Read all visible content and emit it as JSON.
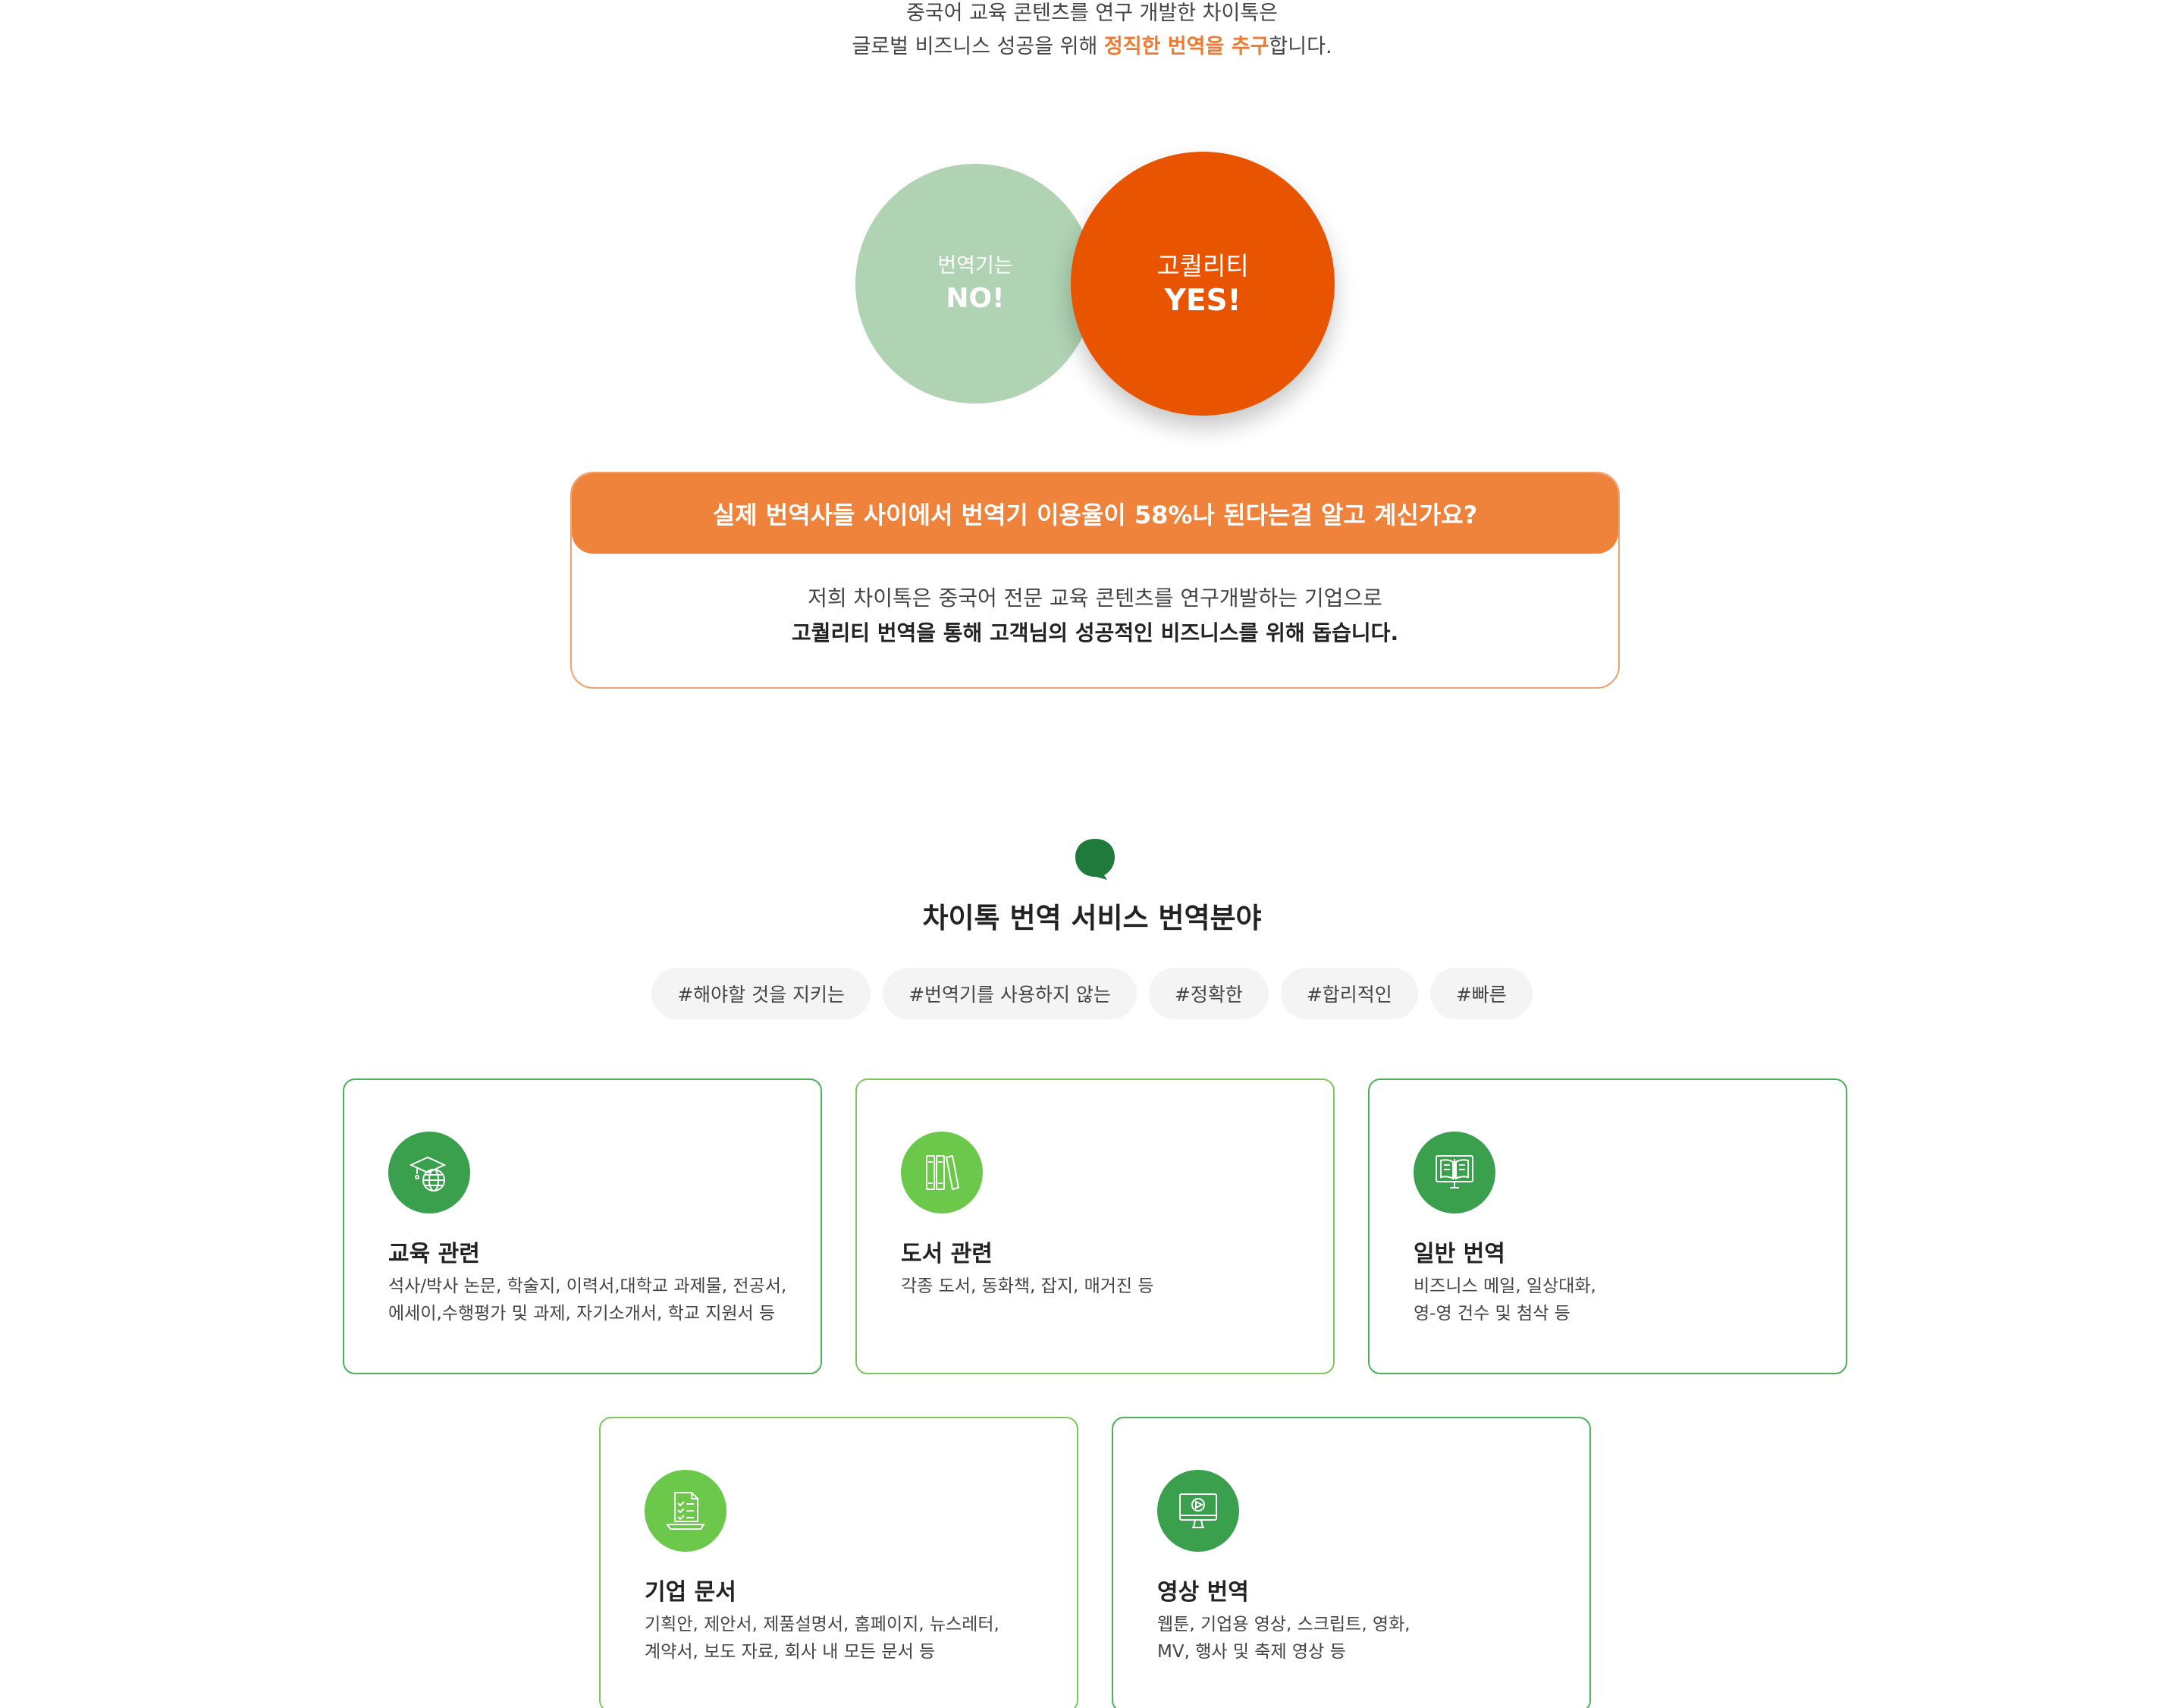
{
  "intro": {
    "line1": "중국어 교육 콘텐츠를 연구 개발한 차이톡은",
    "line2_before": "글로벌 비즈니스 성공을 위해 ",
    "line2_highlight": "정직한 번역을 추구",
    "line2_after": "합니다."
  },
  "circles": {
    "no": {
      "small": "번역기는",
      "big": "NO!"
    },
    "yes": {
      "small": "고퀄리티",
      "big": "YES!"
    }
  },
  "notice": {
    "headline": "실제 번역사들 사이에서 번역기 이용율이 58%나 된다는걸 알고 계신가요?",
    "body1": "저희 차이톡은 중국어 전문 교육 콘텐츠를 연구개발하는 기업으로",
    "body2": "고퀄리티 번역을 통해 고객님의 성공적인 비즈니스를 위해 돕습니다."
  },
  "section": {
    "title": "차이톡 번역 서비스 번역분야",
    "tags": [
      "#해야할 것을 지키는",
      "#번역기를 사용하지 않는",
      "#정확한",
      "#합리적인",
      "#빠른"
    ]
  },
  "cards": [
    {
      "icon": "graduation-globe-icon",
      "title": "교육 관련",
      "desc1": "석사/박사 논문, 학술지, 이력서,대학교 과제물, 전공서,",
      "desc2": "에세이,수행평가 및 과제, 자기소개서, 학교 지원서 등"
    },
    {
      "icon": "books-icon",
      "title": "도서 관련",
      "desc1": "각종 도서, 동화책, 잡지, 매거진 등",
      "desc2": ""
    },
    {
      "icon": "open-book-screen-icon",
      "title": "일반 번역",
      "desc1": "비즈니스 메일, 일상대화,",
      "desc2": "영-영 건수 및 첨삭 등"
    },
    {
      "icon": "checklist-laptop-icon",
      "title": "기업 문서",
      "desc1": "기획안, 제안서, 제품설명서, 홈페이지, 뉴스레터,",
      "desc2": "계약서, 보도 자료, 회사 내 모든 문서 등"
    },
    {
      "icon": "video-monitor-icon",
      "title": "영상 번역",
      "desc1": "웹툰, 기업용 영상, 스크립트, 영화,",
      "desc2": "MV, 행사 및 축제 영상 등"
    }
  ],
  "colors": {
    "accent_orange": "#ee7a31",
    "circle_orange": "#e85400",
    "circle_green": "#b0d3b4",
    "card_green": "#4caf5a",
    "icon_dark_green": "#3ba04e",
    "icon_light_green": "#6cc84a"
  }
}
